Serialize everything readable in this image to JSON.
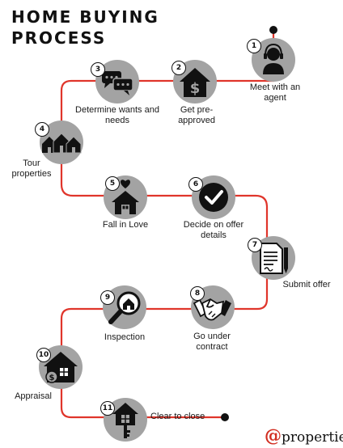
{
  "title": {
    "line1": "HOME BUYING",
    "line2": "PROCESS"
  },
  "steps": [
    {
      "number": "1",
      "label": "Meet with an agent",
      "icon": "agent-icon"
    },
    {
      "number": "2",
      "label": "Get pre-approved",
      "icon": "house-dollar-icon"
    },
    {
      "number": "3",
      "label": "Determine wants and needs",
      "icon": "speech-bubbles-icon"
    },
    {
      "number": "4",
      "label": "Tour properties",
      "icon": "houses-icon"
    },
    {
      "number": "5",
      "label": "Fall in Love",
      "icon": "house-heart-icon"
    },
    {
      "number": "6",
      "label": "Decide on offer details",
      "icon": "checkmark-icon"
    },
    {
      "number": "7",
      "label": "Submit offer",
      "icon": "document-pen-icon"
    },
    {
      "number": "8",
      "label": "Go under contract",
      "icon": "handshake-icon"
    },
    {
      "number": "9",
      "label": "Inspection",
      "icon": "magnifier-house-icon"
    },
    {
      "number": "10",
      "label": "Appraisal",
      "icon": "house-money-icon"
    },
    {
      "number": "11",
      "label": "Clear to close",
      "icon": "house-key-icon"
    }
  ],
  "logo": {
    "at": "@",
    "text": "properties"
  },
  "colors": {
    "path": "#e0352b",
    "circle": "#a3a3a3",
    "icon": "#111111"
  }
}
